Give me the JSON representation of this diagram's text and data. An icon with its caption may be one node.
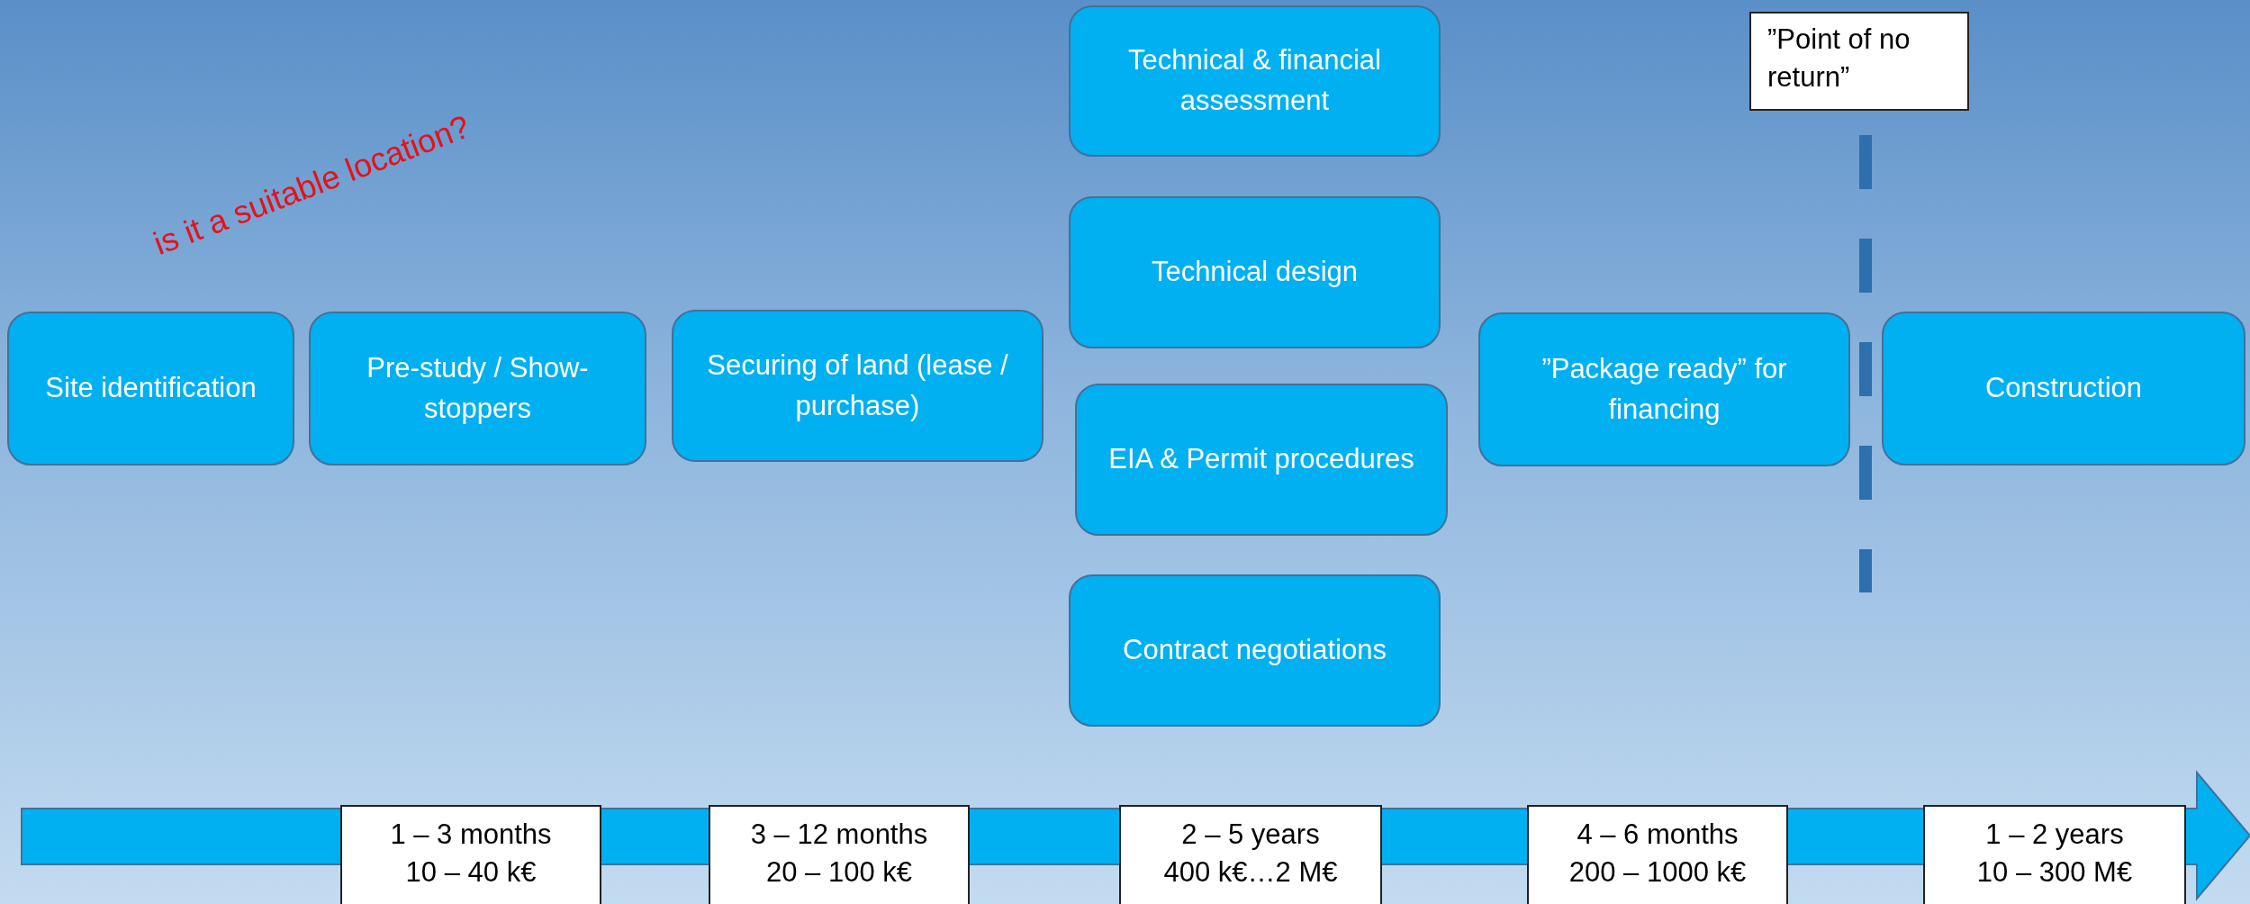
{
  "diagram": {
    "nodes": [
      {
        "text": [
          "Site identification"
        ]
      },
      {
        "text": [
          "Pre-study / Show-stoppers"
        ]
      },
      {
        "text": [
          "Securing of land (lease / purchase)"
        ]
      },
      {
        "text": [
          "Technical & financial assessment"
        ]
      },
      {
        "text": [
          "Technical design"
        ]
      },
      {
        "text": [
          "EIA & Permit procedures"
        ]
      },
      {
        "text": [
          "Contract negotiations"
        ]
      },
      {
        "text": [
          "”Package ready” for financing"
        ]
      },
      {
        "text": [
          "Construction"
        ]
      },
      {
        "text": [
          "”Point of no return”"
        ]
      },
      {
        "text": [
          "1 – 3 months",
          "10 – 40 k€"
        ]
      },
      {
        "text": [
          "3 – 12 months",
          "20 – 100 k€"
        ]
      },
      {
        "text": [
          "2 – 5 years",
          "400 k€…2 M€"
        ]
      },
      {
        "text": [
          "4 – 6 months",
          "200 – 1000 k€"
        ]
      },
      {
        "text": [
          "1 – 2 years",
          "10 – 300 M€"
        ]
      }
    ],
    "edges": [],
    "labels": [
      "is it a suitable location?"
    ]
  }
}
